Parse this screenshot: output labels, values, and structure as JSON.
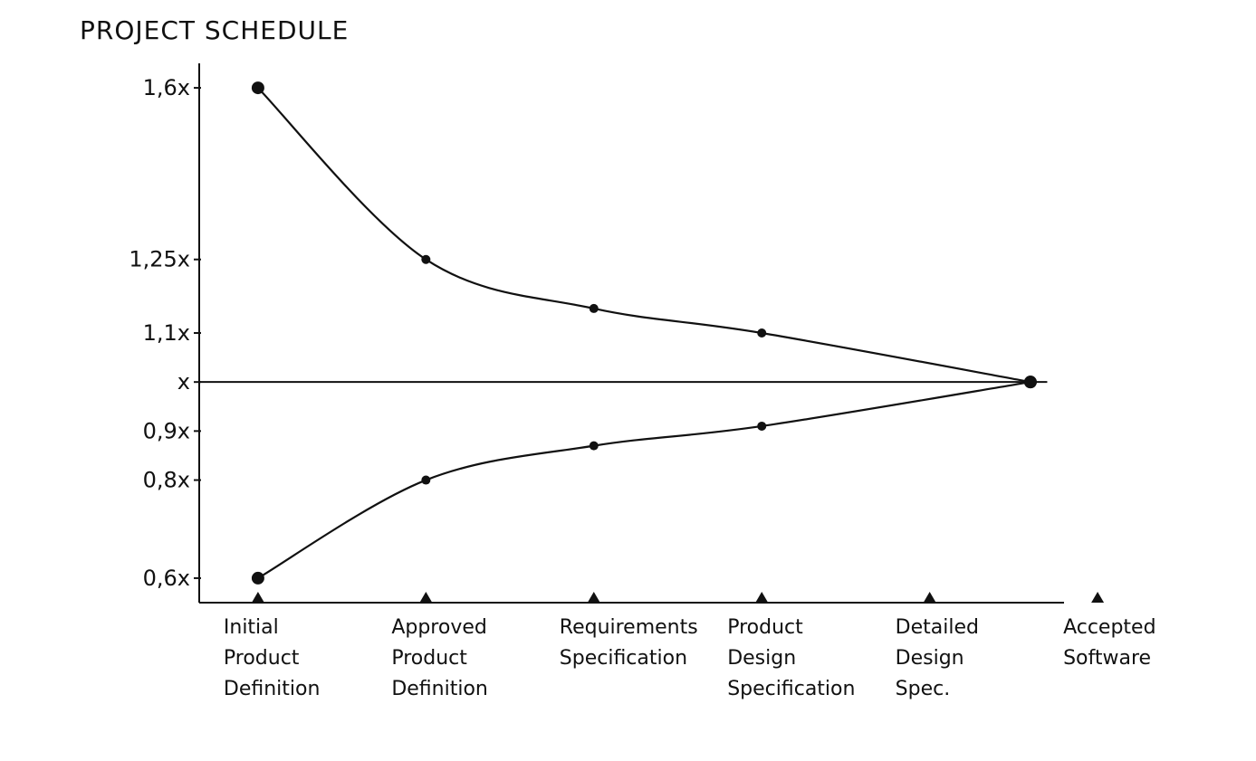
{
  "chart_data": {
    "type": "line",
    "title": "PROJECT SCHEDULE",
    "xlabel": "",
    "ylabel": "",
    "grid": false,
    "legend": "none",
    "categories": [
      "Initial Product Definition",
      "Approved Product Definition",
      "Requirements Specification",
      "Product Design Specification",
      "Detailed Design Spec.",
      "Accepted Software"
    ],
    "x_labels_multiline": [
      [
        "Initial",
        "Product",
        "Definition"
      ],
      [
        "Approved",
        "Product",
        "Definition"
      ],
      [
        "Requirements",
        "Specification"
      ],
      [
        "Product",
        "Design",
        "Specification"
      ],
      [
        "Detailed",
        "Design",
        "Spec."
      ],
      [
        "Accepted",
        "Software"
      ]
    ],
    "ytick_labels": [
      {
        "value": 1.6,
        "label": "1,6x"
      },
      {
        "value": 1.25,
        "label": "1,25x"
      },
      {
        "value": 1.1,
        "label": "1,1x"
      },
      {
        "value": 1.0,
        "label": "x"
      },
      {
        "value": 0.9,
        "label": "0,9x"
      },
      {
        "value": 0.8,
        "label": "0,8x"
      },
      {
        "value": 0.6,
        "label": "0,6x"
      }
    ],
    "series": [
      {
        "values": [
          {
            "x": 0.0,
            "y": 1.6
          },
          {
            "x": 1.0,
            "y": 1.25
          },
          {
            "x": 2.0,
            "y": 1.15
          },
          {
            "x": 3.0,
            "y": 1.1
          },
          {
            "x": 4.6,
            "y": 1.0
          }
        ]
      },
      {
        "values": [
          {
            "x": 0.0,
            "y": 0.6
          },
          {
            "x": 1.0,
            "y": 0.8
          },
          {
            "x": 2.0,
            "y": 0.87
          },
          {
            "x": 3.0,
            "y": 0.91
          },
          {
            "x": 4.6,
            "y": 1.0
          }
        ]
      }
    ],
    "baseline": {
      "y": 1.0,
      "x_start": -0.35,
      "x_end": 4.7
    },
    "xlim": [
      -0.35,
      4.8
    ],
    "ylim": [
      0.55,
      1.65
    ],
    "color": "#111111"
  }
}
